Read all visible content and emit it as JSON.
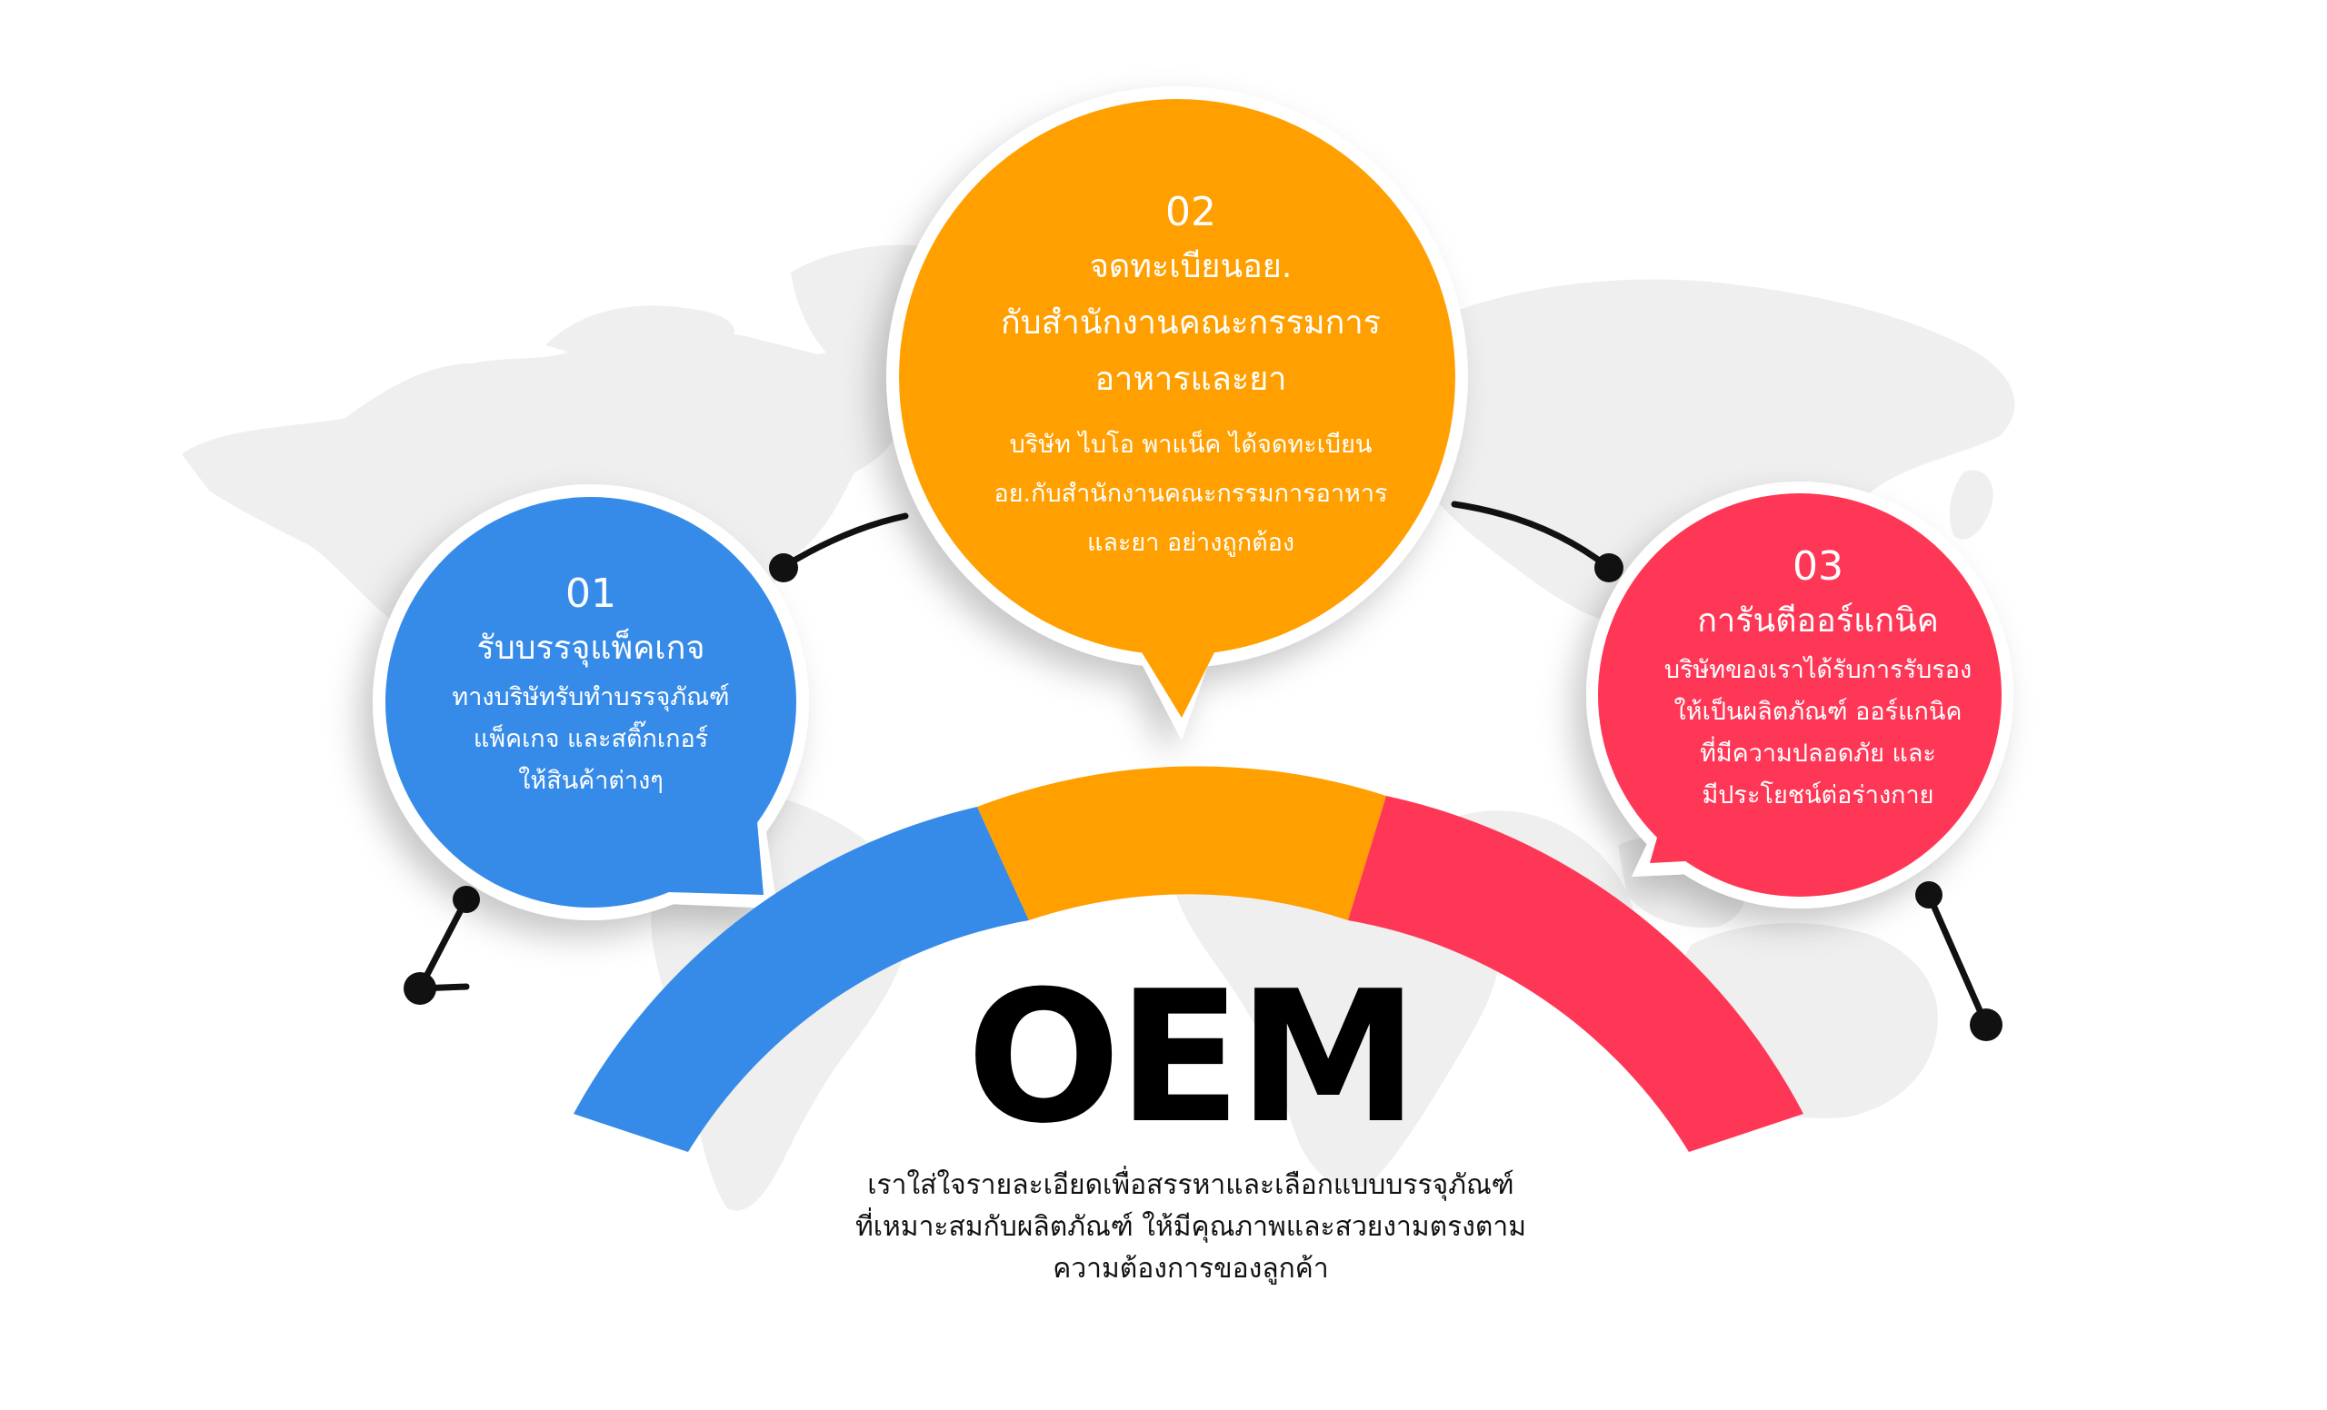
{
  "colors": {
    "blue": "#368BE8",
    "orange": "#FF9F00",
    "red": "#FF3756",
    "map": "#EFEFEF",
    "connector": "#111111"
  },
  "steps": [
    {
      "number": "01",
      "title": "รับบรรจุแพ็คเกจ",
      "description": [
        "ทางบริษัทรับทำบรรจุภัณฑ์",
        "แพ็คเกจ และสติ๊กเกอร์",
        "ให้สินค้าต่างๆ"
      ]
    },
    {
      "number": "02",
      "title": [
        "จดทะเบียนอย.",
        "กับสำนักงานคณะกรรมการ",
        "อาหารและยา"
      ],
      "description": [
        "บริษัท ไบโอ พาแน็ค ได้จดทะเบียน",
        "อย.กับสำนักงานคณะกรรมการอาหาร",
        "และยา อย่างถูกต้อง"
      ]
    },
    {
      "number": "03",
      "title": "การันตีออร์แกนิค",
      "description": [
        "บริษัทของเราได้รับการรับรอง",
        "ให้เป็นผลิตภัณฑ์ ออร์แกนิค",
        "ที่มีความปลอดภัย และ",
        "มีประโยชน์ต่อร่างกาย"
      ]
    }
  ],
  "center_label": "OEM",
  "tagline": [
    "เราใส่ใจรายละเอียดเพื่อสรรหาและเลือกแบบบรรจุภัณฑ์",
    "ที่เหมาะสมกับผลิตภัณฑ์ ให้มีคุณภาพและสวยงามตรงตาม",
    "ความต้องการของลูกค้า"
  ]
}
